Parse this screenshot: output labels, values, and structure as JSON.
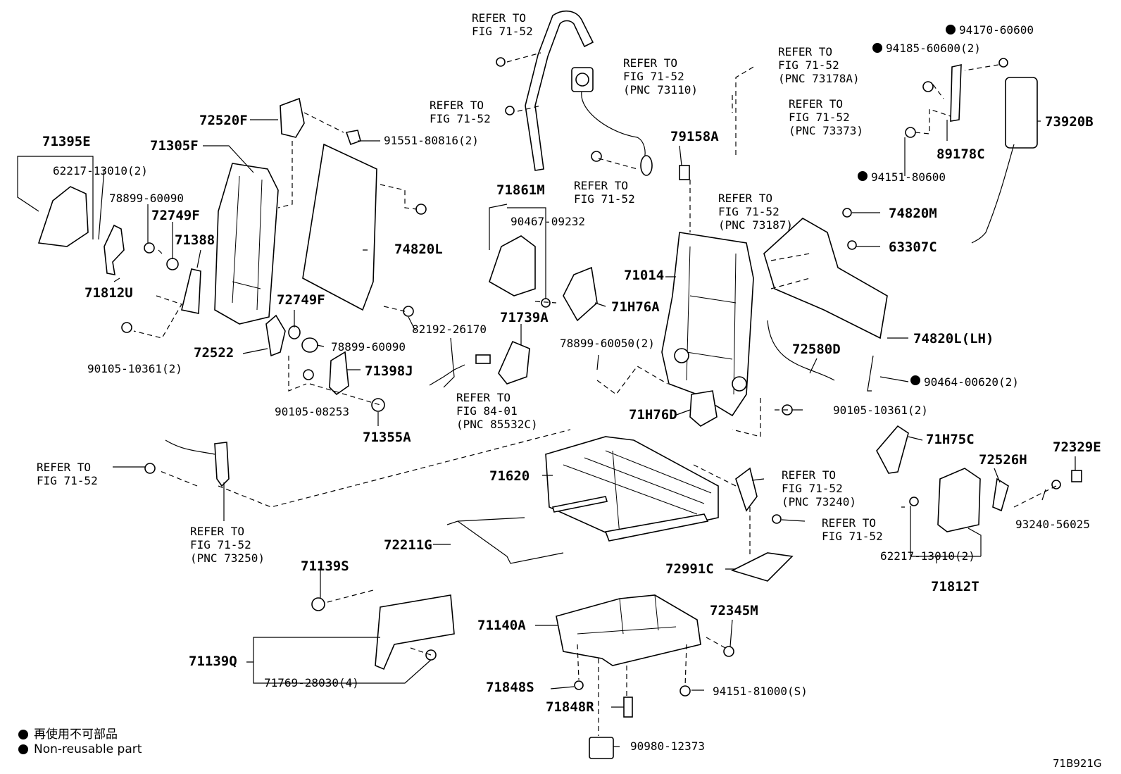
{
  "diagram_id": "71B921G",
  "legend": {
    "jp": "再使用不可部品",
    "en": "Non-reusable part"
  },
  "labels": {
    "refer_1": "REFER TO\nFIG 71-52",
    "refer_2": "REFER TO\nFIG 71-52\n(PNC 73110)",
    "refer_3": "REFER TO\nFIG 71-52",
    "refer_4": "REFER TO\nFIG 71-52",
    "refer_5": "REFER TO\nFIG 71-52\n(PNC 73178A)",
    "refer_6": "REFER TO\nFIG 71-52\n(PNC 73373)",
    "refer_7": "REFER TO\nFIG 71-52\n(PNC 73187)",
    "refer_8": "REFER TO\nFIG 84-01\n(PNC 85532C)",
    "refer_9": "REFER TO\nFIG 71-52",
    "refer_10": "REFER TO\nFIG 71-52\n(PNC 73250)",
    "refer_11": "REFER TO\nFIG 71-52\n(PNC 73240)",
    "refer_12": "REFER TO\nFIG 71-52",
    "p94170": "94170-60600",
    "p94185": "94185-60600(2)",
    "p73920B": "73920B",
    "p89178C": "89178C",
    "p94151_80600": "94151-80600",
    "p74820M": "74820M",
    "p63307C": "63307C",
    "p74820LLH": "74820L(LH)",
    "p90464": "90464-00620(2)",
    "p90105_10361b": "90105-10361(2)",
    "p71H75C": "71H75C",
    "p72329E": "72329E",
    "p72526H": "72526H",
    "p93240": "93240-56025",
    "p62217b": "62217-13010(2)",
    "p71812T": "71812T",
    "p71395E": "71395E",
    "p62217a": "62217-13010(2)",
    "p78899_60090a": "78899-60090",
    "p72749Fa": "72749F",
    "p71388": "71388",
    "p71812U": "71812U",
    "p90105_10361a": "90105-10361(2)",
    "p72520F": "72520F",
    "p91551": "91551-80816(2)",
    "p71305F": "71305F",
    "p74820L": "74820L",
    "p72749Fb": "72749F",
    "p82192": "82192-26170",
    "p72522": "72522",
    "p78899_60090b": "78899-60090",
    "p71398J": "71398J",
    "p90105_08253": "90105-08253",
    "p71355A": "71355A",
    "p71861M": "71861M",
    "p90467": "90467-09232",
    "p71739A": "71739A",
    "p71H76A": "71H76A",
    "p78899_60050": "78899-60050(2)",
    "p79158A": "79158A",
    "p71014": "71014",
    "p72580D": "72580D",
    "p71H76D": "71H76D",
    "p71620": "71620",
    "p72211G": "72211G",
    "p72991C": "72991C",
    "p71139S": "71139S",
    "p71139Q": "71139Q",
    "p71769": "71769-28030(4)",
    "p71140A": "71140A",
    "p72345M": "72345M",
    "p71848S": "71848S",
    "p94151_81000": "94151-81000(S)",
    "p71848R": "71848R",
    "p90980": "90980-12373"
  }
}
